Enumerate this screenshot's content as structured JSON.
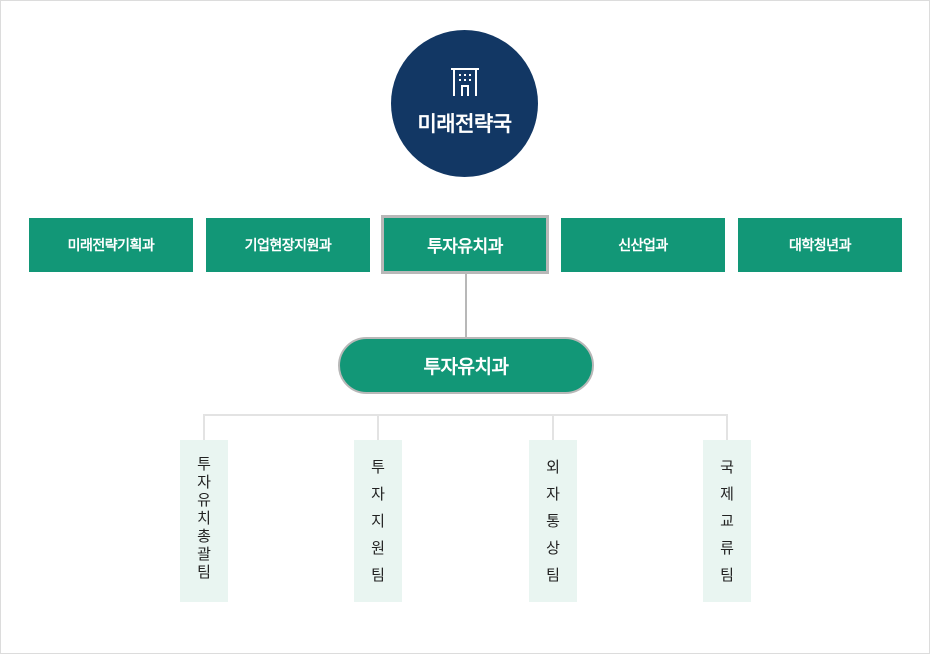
{
  "root": {
    "title": "미래전략국",
    "icon": "building-icon",
    "color": "#123764"
  },
  "departments": [
    {
      "label": "미래전략기획과",
      "active": false
    },
    {
      "label": "기업현장지원과",
      "active": false
    },
    {
      "label": "투자유치과",
      "active": true
    },
    {
      "label": "신산업과",
      "active": false
    },
    {
      "label": "대학청년과",
      "active": false
    }
  ],
  "selected_department": {
    "label": "투자유치과"
  },
  "teams": [
    {
      "label": "투자유치총괄팀"
    },
    {
      "label": "투자지원팀"
    },
    {
      "label": "외자통상팀"
    },
    {
      "label": "국제교류팀"
    }
  ],
  "colors": {
    "department": "#129777",
    "root": "#123764",
    "team_bg": "#e9f5f1",
    "connector": "#b8b8b8"
  }
}
